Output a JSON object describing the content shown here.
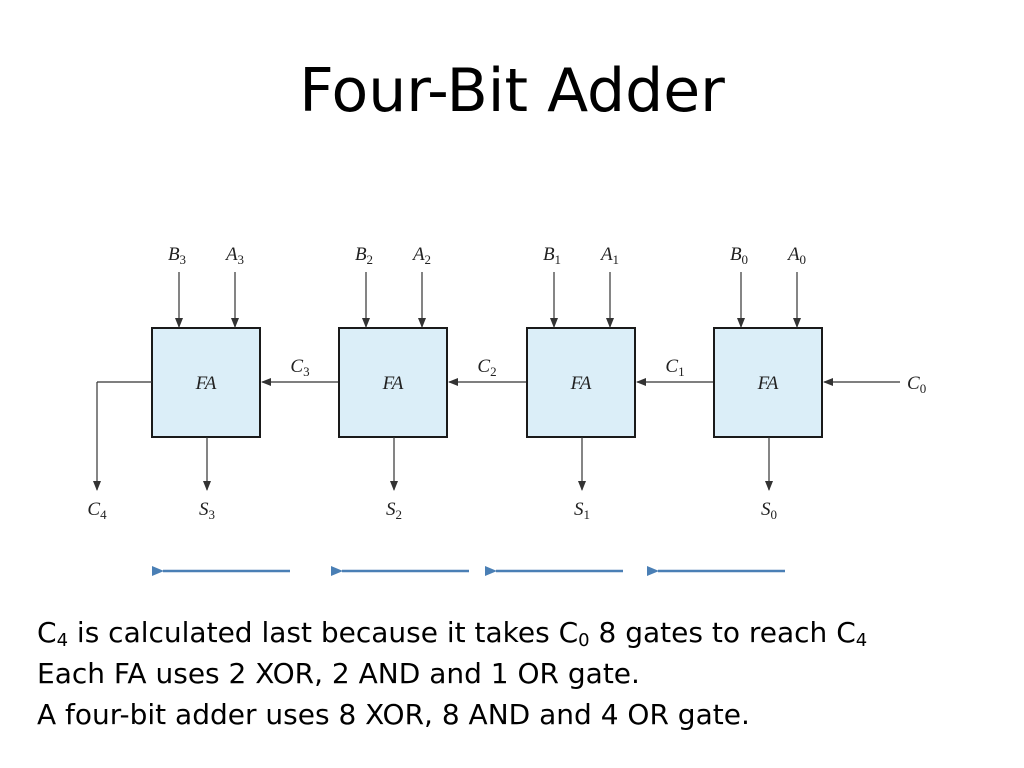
{
  "title": "Four-Bit Adder",
  "diagram": {
    "block_label": "FA",
    "stages": [
      {
        "b": "B",
        "a": "A",
        "index": "3",
        "sum": "S",
        "carry_in": "C",
        "carry_in_index": "3"
      },
      {
        "b": "B",
        "a": "A",
        "index": "2",
        "sum": "S",
        "carry_in": "C",
        "carry_in_index": "2"
      },
      {
        "b": "B",
        "a": "A",
        "index": "1",
        "sum": "S",
        "carry_in": "C",
        "carry_in_index": "1"
      },
      {
        "b": "B",
        "a": "A",
        "index": "0",
        "sum": "S",
        "carry_in": "C",
        "carry_in_index": "0"
      }
    ],
    "carry_out": {
      "letter": "C",
      "index": "4"
    },
    "colors": {
      "block_fill": "#dbeef8",
      "block_stroke": "#1a1a1a",
      "wire": "#333333",
      "flow_arrow": "#4a7fb5"
    }
  },
  "notes": {
    "line1": {
      "p1": "C",
      "s1": "4",
      "p2": " is calculated last because it takes C",
      "s2": "0",
      "p3": " 8 gates to reach C",
      "s3": "4"
    },
    "line2": "Each FA uses 2 XOR, 2 AND and 1 OR gate.",
    "line3": "A four-bit adder uses 8 XOR, 8 AND and 4 OR gate."
  }
}
